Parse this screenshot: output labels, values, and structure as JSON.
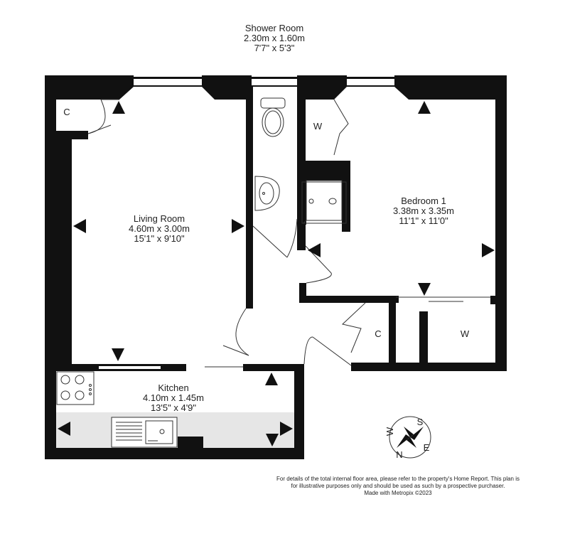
{
  "rooms": {
    "shower_room": {
      "name": "Shower Room",
      "metric": "2.30m  x 1.60m",
      "imperial": "7'7\"  x 5'3\""
    },
    "living_room": {
      "name": "Living Room",
      "metric": "4.60m  x 3.00m",
      "imperial": "15'1\"  x 9'10\""
    },
    "bedroom_1": {
      "name": "Bedroom 1",
      "metric": "3.38m  x 3.35m",
      "imperial": "11'1\"  x 11'0\""
    },
    "kitchen": {
      "name": "Kitchen",
      "metric": "4.10m  x 1.45m",
      "imperial": "13'5\"  x 4'9\""
    }
  },
  "cupboards": {
    "living_cupboard": "C",
    "bedroom_wardrobe_top": "W",
    "hall_cupboard": "C",
    "bedroom_wardrobe_bottom": "W"
  },
  "compass": {
    "s": "S",
    "w": "W",
    "n": "N",
    "e": "E"
  },
  "disclaimer": {
    "line1": "For details of the total internal floor area, please refer to the property's Home Report. This plan is",
    "line2": "for illustrative purposes only and should be used as such by a prospective purchaser.",
    "line3": "Made with Metropix ©2023"
  },
  "colors": {
    "wall": "#111111",
    "worktop": "#e6e6e6",
    "fixture_stroke": "#333333"
  }
}
